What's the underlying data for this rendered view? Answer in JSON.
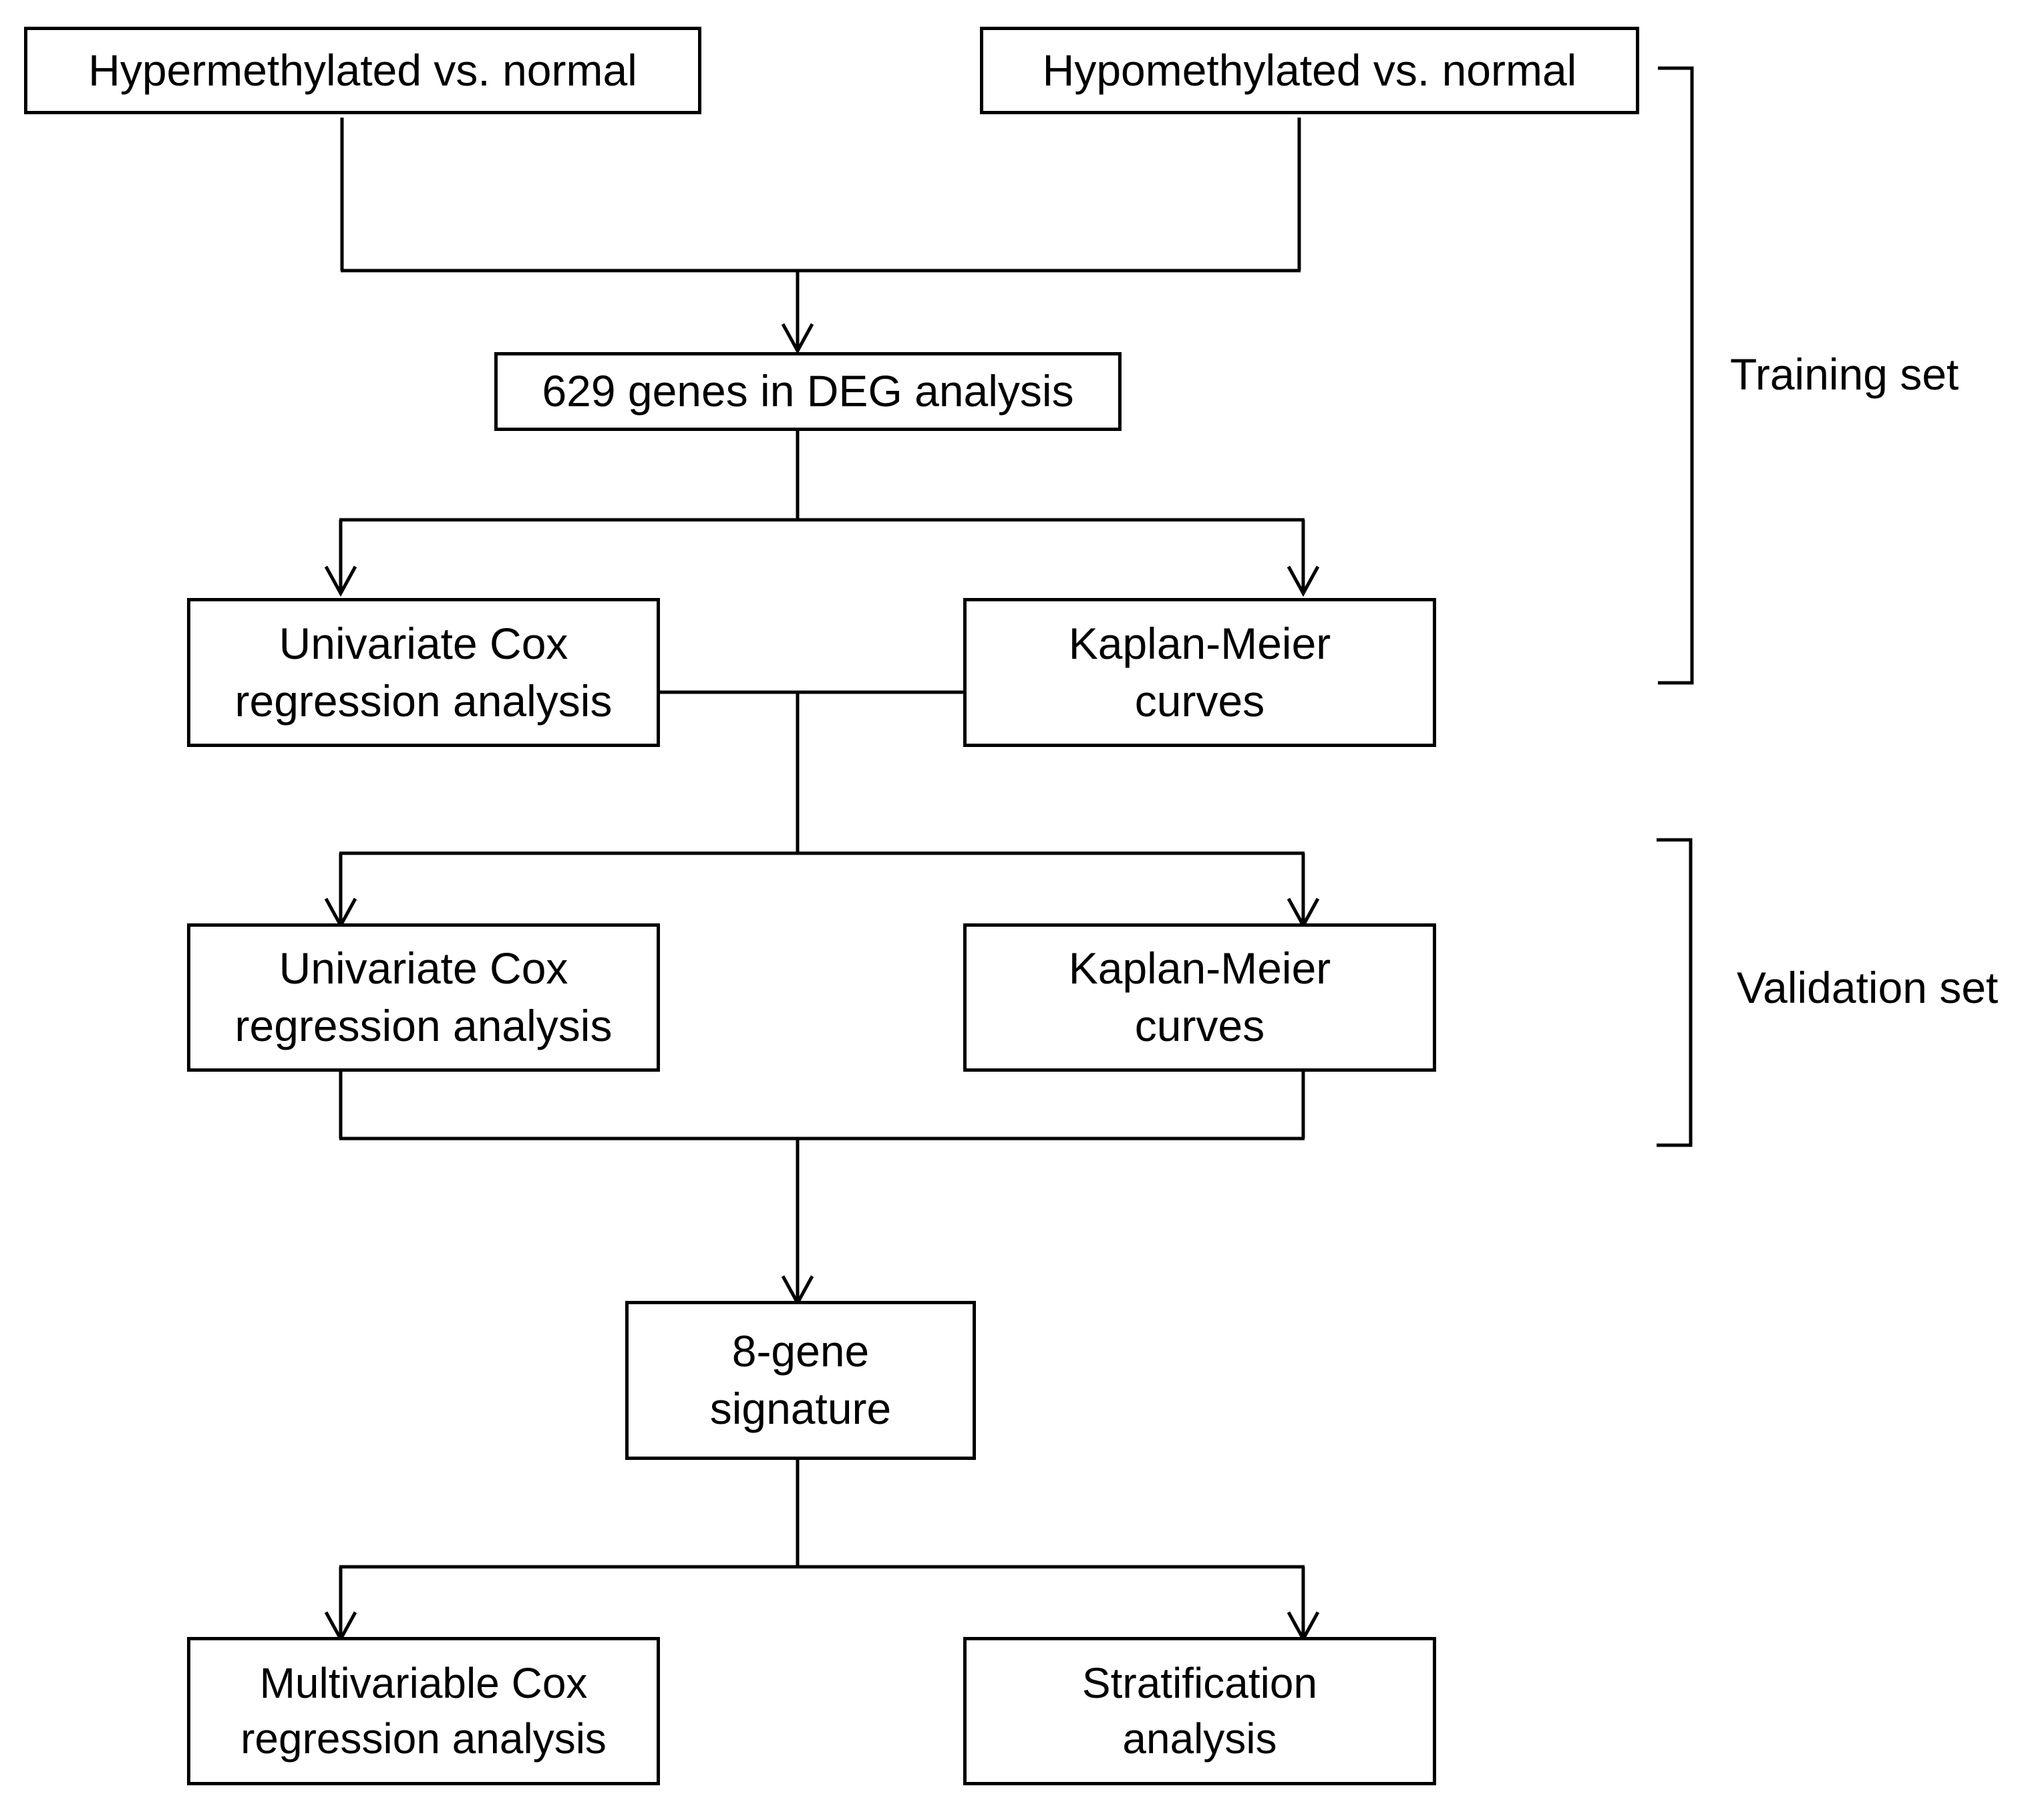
{
  "boxes": {
    "hyper": {
      "line1": "Hypermethylated vs. normal"
    },
    "hypo": {
      "line1": "Hypomethylated vs. normal"
    },
    "deg": {
      "line1": "629 genes in DEG analysis"
    },
    "train_uni": {
      "line1": "Univariate Cox",
      "line2": "regression analysis"
    },
    "train_km": {
      "line1": "Kaplan-Meier",
      "line2": "curves"
    },
    "val_uni": {
      "line1": "Univariate Cox",
      "line2": "regression analysis"
    },
    "val_km": {
      "line1": "Kaplan-Meier",
      "line2": "curves"
    },
    "signature": {
      "line1": "8-gene",
      "line2": "signature"
    },
    "multi": {
      "line1": "Multivariable Cox",
      "line2": "regression analysis"
    },
    "strat": {
      "line1": "Stratification",
      "line2": "analysis"
    }
  },
  "brackets": {
    "training_label": "Training set",
    "validation_label": "Validation set"
  }
}
